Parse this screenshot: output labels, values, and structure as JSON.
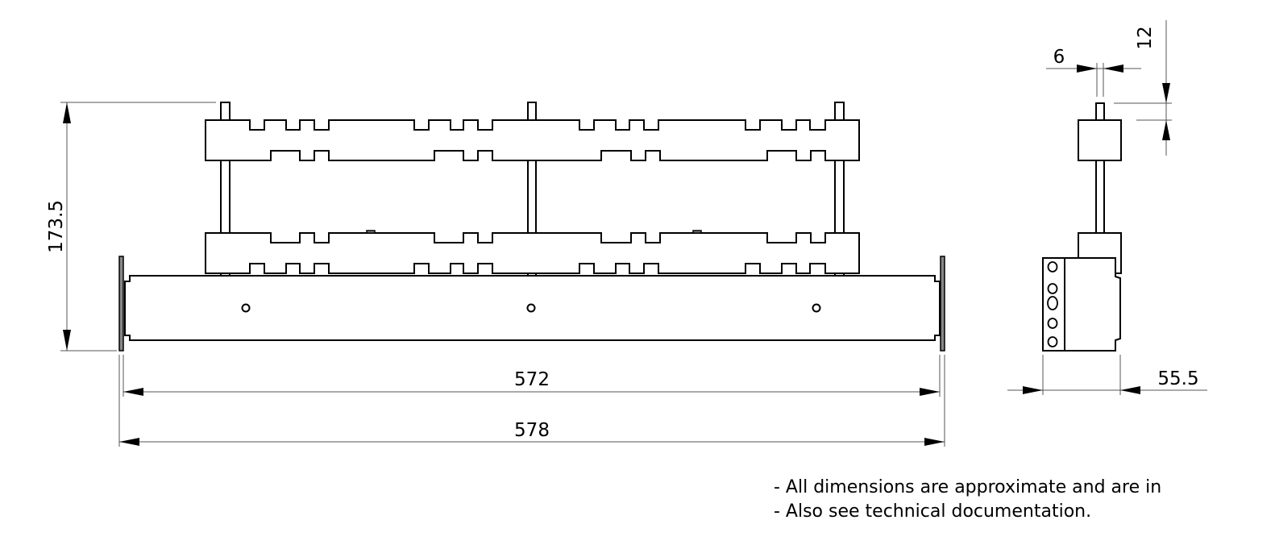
{
  "drawing": {
    "front_view": {
      "height_dimension": "173.5",
      "inner_width_dimension": "572",
      "outer_width_dimension": "578"
    },
    "side_view": {
      "pin_width_dimension": "6",
      "pin_height_dimension": "12",
      "depth_dimension": "55.5"
    }
  },
  "notes": [
    "- All dimensions are approximate and are in",
    "- Also see technical documentation."
  ],
  "colors": {
    "line": "#000000",
    "dimension_line": "#555555",
    "end_plate_fill": "#888888",
    "background": "#ffffff"
  }
}
